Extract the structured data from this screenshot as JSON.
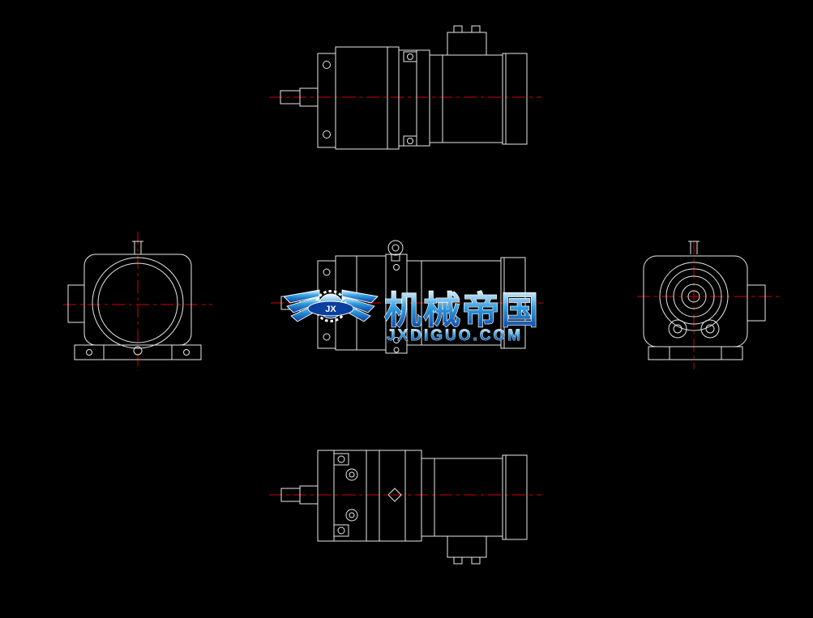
{
  "window": {
    "background": "#000000"
  },
  "drawing": {
    "line_color": "#e8e8e8",
    "centerline_color": "#d40000"
  },
  "watermark": {
    "title": "机械帝国",
    "subtitle": "JXDIGUO.COM",
    "emblem_text": "JX",
    "logo_icon": "winged-gear",
    "colors": {
      "gradient_top": "#f2fbff",
      "gradient_mid": "#2f9ce0",
      "gradient_bottom": "#0a3a9a",
      "outline": "#ffffff"
    }
  }
}
